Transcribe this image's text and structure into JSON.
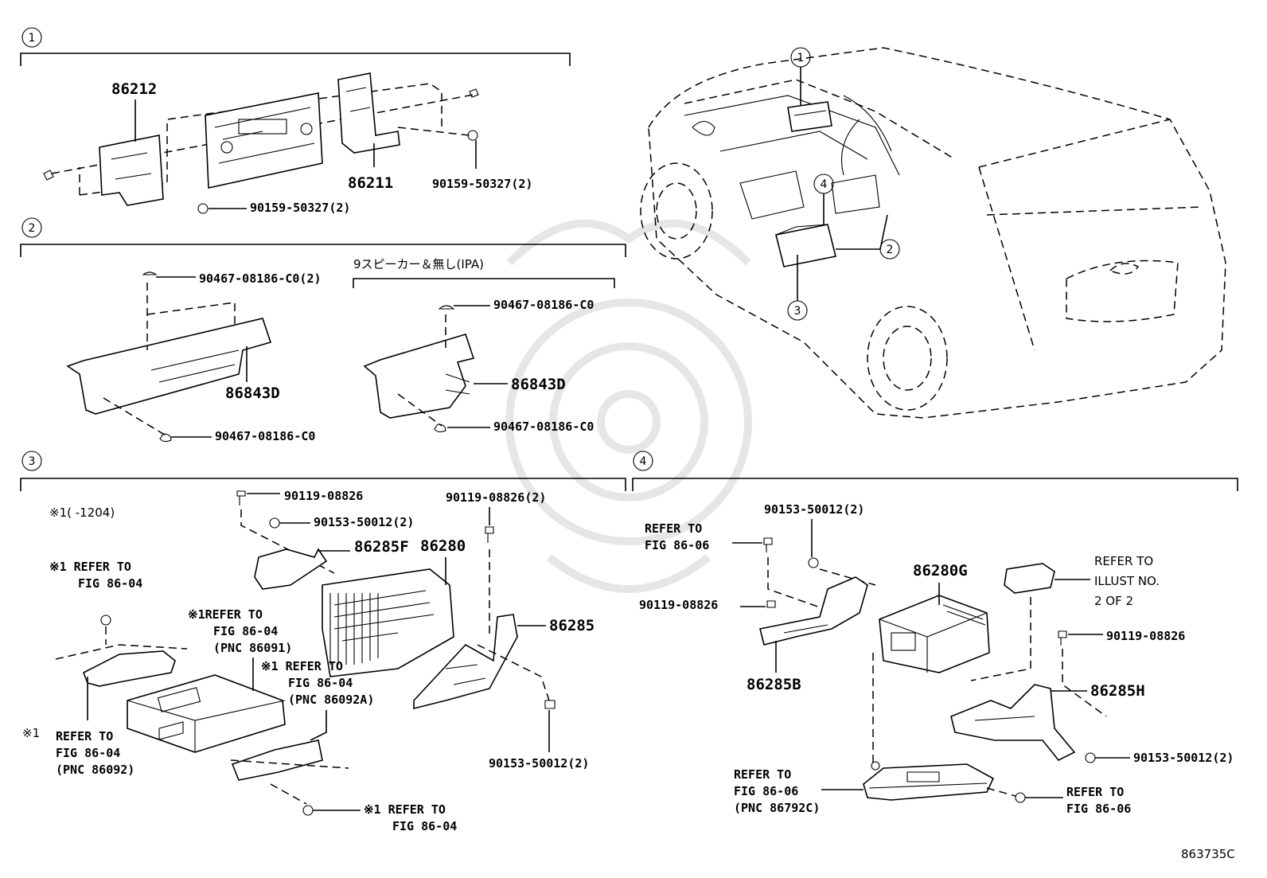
{
  "sections": {
    "s1": "1",
    "s2": "2",
    "s3": "3",
    "s4": "4"
  },
  "car_callouts": {
    "c1": "1",
    "c2": "2",
    "c3": "3",
    "c4": "4"
  },
  "section1": {
    "p86212": "86212",
    "p86211": "86211",
    "bolt_a": "90159-50327(2)",
    "bolt_b": "90159-50327(2)"
  },
  "section2": {
    "note_title": "9スピーカー＆無し(IPA)",
    "clip_tl": "90467-08186-C0(2)",
    "clip_bl": "90467-08186-C0",
    "p86843d_l": "86843D",
    "clip_tr": "90467-08186-C0",
    "p86843d_r": "86843D",
    "clip_br": "90467-08186-C0"
  },
  "section3": {
    "note": "※1(      -1204)",
    "bolt_top": "90119-08826",
    "nut_top": "90153-50012(2)",
    "p86285f": "86285F",
    "bolt_right": "90119-08826(2)",
    "p86280": "86280",
    "p86285": "86285",
    "nut_bottom": "90153-50012(2)",
    "ref_a1": "※1 REFER TO",
    "ref_a2": "FIG 86-04",
    "ref_b1": "※1REFER TO",
    "ref_b2": "FIG 86-04",
    "ref_b3": "(PNC 86091)",
    "ref_c1": "※1 REFER TO",
    "ref_c2": "FIG 86-04",
    "ref_c3": "(PNC 86092A)",
    "ref_d0": "※1",
    "ref_d1": "REFER TO",
    "ref_d2": "FIG 86-04",
    "ref_d3": "(PNC 86092)",
    "ref_e1": "※1 REFER TO",
    "ref_e2": "FIG 86-04"
  },
  "section4": {
    "ref_top1": "REFER TO",
    "ref_top2": "FIG 86-06",
    "nut_top": "90153-50012(2)",
    "bolt_left": "90119-08826",
    "p86280g": "86280G",
    "ref_illust1": "REFER TO",
    "ref_illust2": "ILLUST NO.",
    "ref_illust3": "2 OF 2",
    "bolt_right": "90119-08826",
    "p86285b": "86285B",
    "p86285h": "86285H",
    "nut_right": "90153-50012(2)",
    "ref_bl1": "REFER TO",
    "ref_bl2": "FIG 86-06",
    "ref_bl3": "(PNC 86792C)",
    "ref_br1": "REFER TO",
    "ref_br2": "FIG 86-06"
  },
  "diagram_id": "863735C"
}
